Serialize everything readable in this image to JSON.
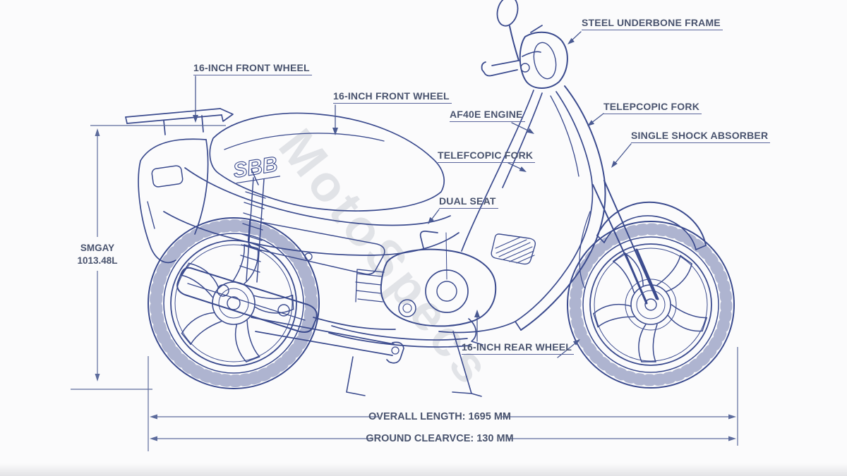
{
  "labels": {
    "front_wheel_top": "16-INCH FRONT WHEEL",
    "front_wheel_mid": "16-INCH FRONT WHEEL",
    "underbone_frame": "STEEL UNDERBONE FRAME",
    "engine": "AF40E ENGINE",
    "telescopic_fork_right": "TELEPCOPIC FORK",
    "telescopic_fork_left": "TELEFCOPIC FORK",
    "shock_absorber": "SINGLE SHOCK ABSORBER",
    "dual_seat": "DUAL SEAT",
    "rear_wheel": "16-INCH REAR WHEEL"
  },
  "dimensions": {
    "seat_height_line1": "SMGAY",
    "seat_height_line2": "1013.48L",
    "overall_length": "OVERALL LENGTH: 1695 MM",
    "ground_clearance": "GROUND CLEARVCE: 130 MM"
  },
  "watermark": "MotoSpecs",
  "badge": "SBB",
  "colors": {
    "line": "#3b4b8e",
    "dim_line": "#5c6b9c",
    "label_text": "#49536e",
    "background": "#fbfbfc"
  }
}
